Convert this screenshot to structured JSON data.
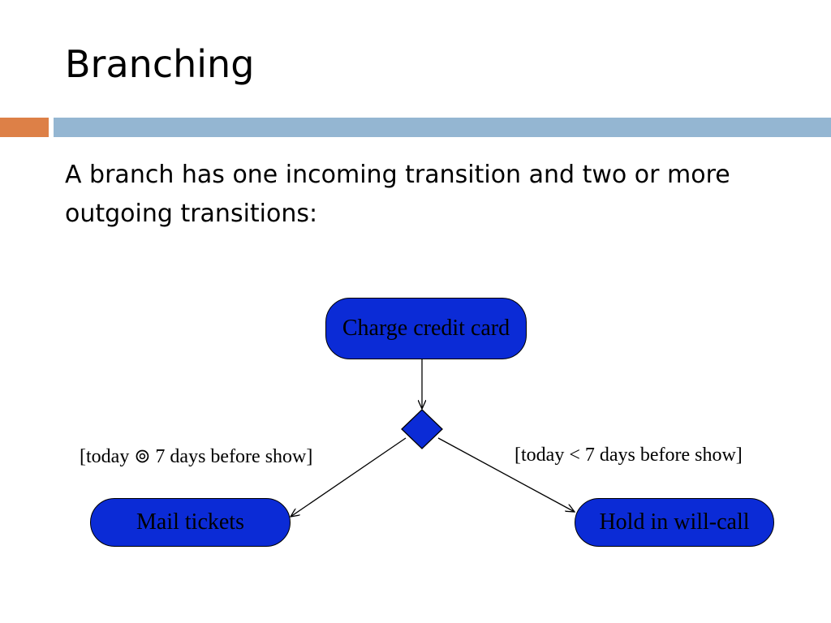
{
  "slide": {
    "title": "Branching",
    "body": "A branch has one incoming transition and two or more outgoing transitions:"
  },
  "diagram": {
    "nodes": {
      "charge": "Charge credit card",
      "mail": "Mail tickets",
      "hold": "Hold in will-call"
    },
    "guards": {
      "left": "[today ⊚ 7 days before show]",
      "right": "[today < 7 days before show]"
    }
  },
  "colors": {
    "accent_orange": "#dd8047",
    "accent_blue": "#94b6d2",
    "node_fill": "#0b2bd6"
  }
}
